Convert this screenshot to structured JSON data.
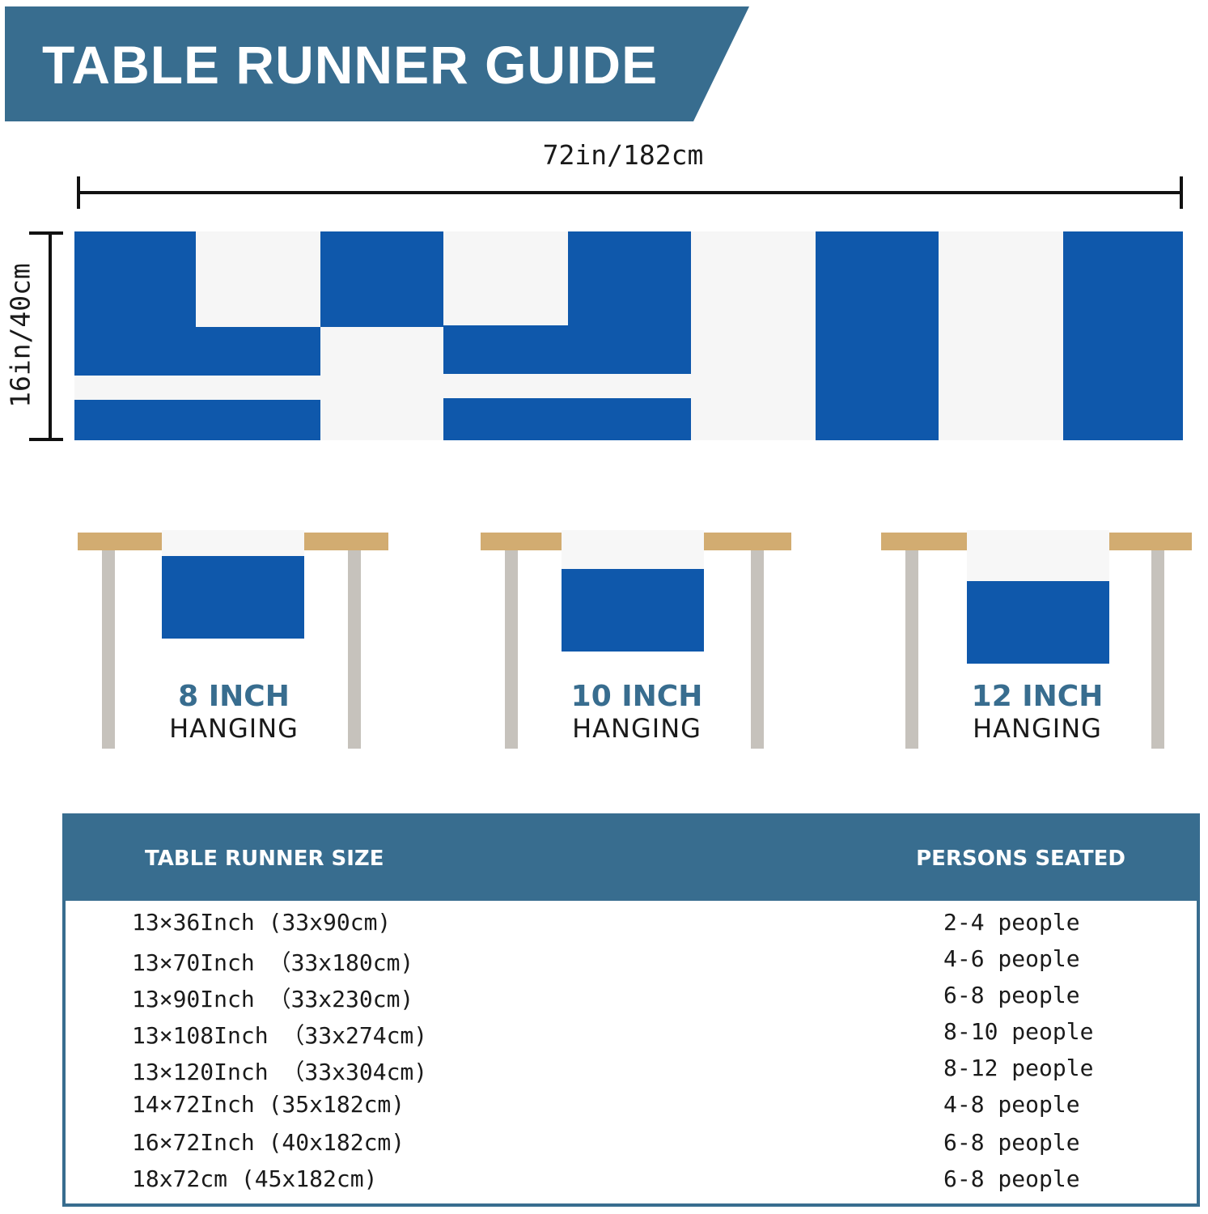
{
  "header": {
    "title": "TABLE RUNNER GUIDE"
  },
  "dimensions": {
    "width_label": "72in/182cm",
    "height_label": "16in/40cm"
  },
  "colors": {
    "accent": "#386d8f",
    "runner_blue": "#0f58ab",
    "runner_white": "#f6f6f6",
    "table_top": "#d2ac71",
    "table_leg": "#c6c2bc"
  },
  "hanging": [
    {
      "size": "8 INCH",
      "word": "HANGING"
    },
    {
      "size": "10 INCH",
      "word": "HANGING"
    },
    {
      "size": "12 INCH",
      "word": "HANGING"
    }
  ],
  "size_table": {
    "headers": {
      "size": "TABLE RUNNER SIZE",
      "persons": "PERSONS SEATED"
    },
    "rows": [
      {
        "size": "13×36Inch (33x90cm)",
        "persons": "2-4 people"
      },
      {
        "size": "13×70Inch （33x180cm)",
        "persons": "4-6 people"
      },
      {
        "size": "13×90Inch （33x230cm)",
        "persons": "6-8 people"
      },
      {
        "size": "13×108Inch （33x274cm)",
        "persons": "8-10 people"
      },
      {
        "size": "13×120Inch （33x304cm)",
        "persons": "8-12 people"
      },
      {
        "size": "14×72Inch (35x182cm)",
        "persons": "4-8 people"
      },
      {
        "size": "16×72Inch (40x182cm)",
        "persons": "6-8 people"
      },
      {
        "size": "18x72cm (45x182cm)",
        "persons": "6-8 people"
      }
    ]
  }
}
